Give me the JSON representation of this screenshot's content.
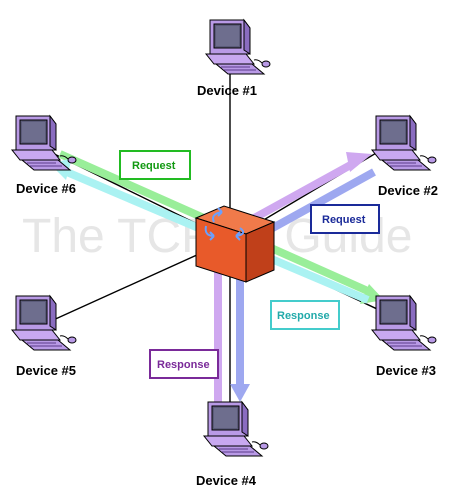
{
  "watermark": "The TCP/IP Guide",
  "devices": [
    {
      "label": "Device #1",
      "icon": "computer-icon"
    },
    {
      "label": "Device #2",
      "icon": "computer-icon"
    },
    {
      "label": "Device #3",
      "icon": "computer-icon"
    },
    {
      "label": "Device #4",
      "icon": "computer-icon"
    },
    {
      "label": "Device #5",
      "icon": "computer-icon"
    },
    {
      "label": "Device #6",
      "icon": "computer-icon"
    }
  ],
  "hub": {
    "icon": "switch-icon",
    "color": "#e85a2a"
  },
  "flows": [
    {
      "label": "Request",
      "color": "#99ee99",
      "text_color": "#119911",
      "from": "Device #6",
      "to": "Device #3"
    },
    {
      "label": "Response",
      "color": "#aaf2f2",
      "text_color": "#22aaaa",
      "from": "Device #3",
      "to": "Device #6"
    },
    {
      "label": "Request",
      "color": "#9ea8f0",
      "text_color": "#1a2a99",
      "from": "Device #2",
      "to": "Device #4"
    },
    {
      "label": "Response",
      "color": "#cfa8f0",
      "text_color": "#7a2a99",
      "from": "Device #4",
      "to": "Device #2"
    }
  ]
}
